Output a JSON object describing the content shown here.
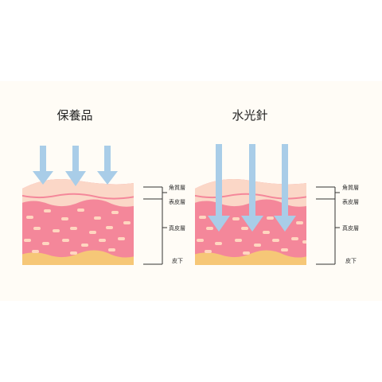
{
  "panels": {
    "left_title": "保養品",
    "right_title": "水光針"
  },
  "layer_labels": {
    "stratum_corneum": "角質層",
    "epidermis": "表皮層",
    "dermis": "真皮層",
    "subcutaneous": "皮下"
  },
  "colors": {
    "background_band": "#fffcf6",
    "stratum_corneum": "#f9c6a7",
    "epidermis_band": "#fbd7c7",
    "dermis": "#f4879a",
    "fat_cells": "#ffd6c0",
    "subcutaneous": "#f6c777",
    "arrow": "#a9cde8"
  }
}
